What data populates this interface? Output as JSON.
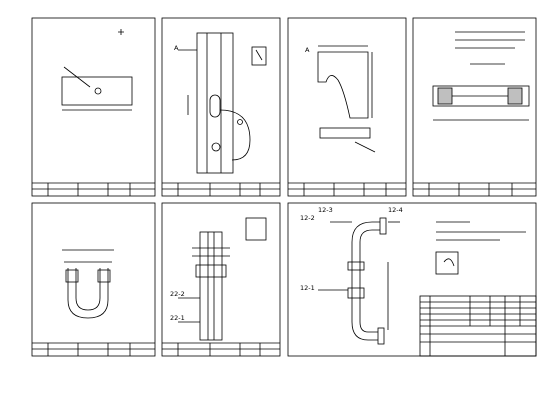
{
  "sheets": [
    {
      "id": "sheet-1",
      "callout": ""
    },
    {
      "id": "sheet-2",
      "callout": ""
    },
    {
      "id": "sheet-3",
      "callout": ""
    },
    {
      "id": "sheet-4",
      "callout": ""
    },
    {
      "id": "sheet-5",
      "callout": ""
    },
    {
      "id": "sheet-6",
      "callout": "22-2",
      "callout2": "22-1"
    },
    {
      "id": "sheet-7",
      "callout": "12-3",
      "callout2": "12-4",
      "callout3": "12-2",
      "callout4": "12-1"
    }
  ],
  "labels": {
    "sheet2_A": "A",
    "sheet3_A": "A",
    "sheet6_22_2": "22-2",
    "sheet6_22_1": "22-1",
    "sheet7_12_3": "12-3",
    "sheet7_12_4": "12-4",
    "sheet7_12_2": "12-2",
    "sheet7_12_1": "12-1"
  },
  "colors": {
    "line": "#000000",
    "paper": "#ffffff"
  }
}
